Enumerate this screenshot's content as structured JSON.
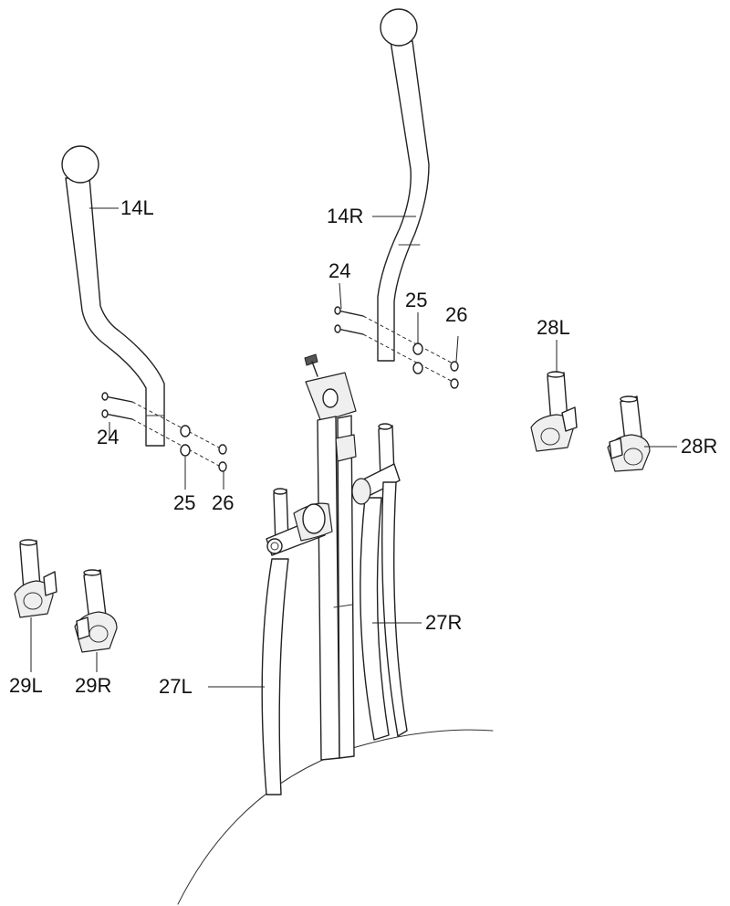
{
  "labels": {
    "l14L": "14L",
    "l14R": "14R",
    "l24a": "24",
    "l24b": "24",
    "l25a": "25",
    "l25b": "25",
    "l26a": "26",
    "l26b": "26",
    "l28L": "28L",
    "l28R": "28R",
    "l29L": "29L",
    "l29R": "29R",
    "l27L": "27L",
    "l27R": "27R"
  }
}
